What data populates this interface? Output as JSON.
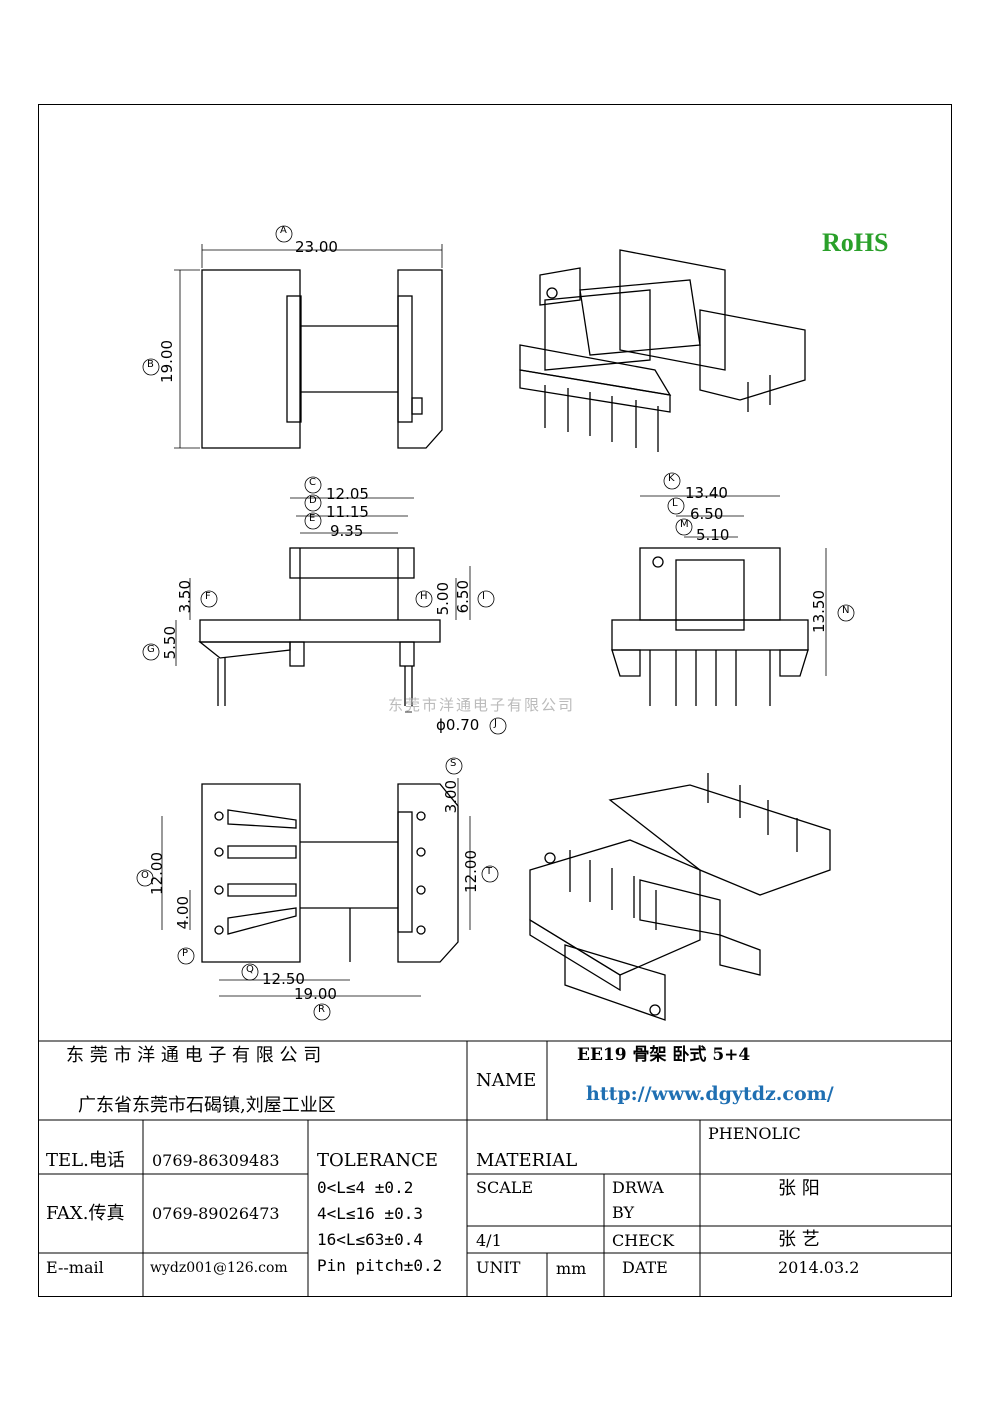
{
  "rohs": "RoHS",
  "watermark": "东莞市洋通电子有限公司",
  "dimensions": {
    "a": {
      "tag": "A",
      "value": "23.00"
    },
    "b": {
      "tag": "B",
      "value": "19.00"
    },
    "c": {
      "tag": "C",
      "value": "12.05"
    },
    "d": {
      "tag": "D",
      "value": "11.15"
    },
    "e": {
      "tag": "E",
      "value": "9.35"
    },
    "f": {
      "tag": "F",
      "value": "3.50"
    },
    "g": {
      "tag": "G",
      "value": "5.50"
    },
    "h": {
      "tag": "H",
      "value": "5.00"
    },
    "i": {
      "tag": "I",
      "value": "6.50"
    },
    "j": {
      "tag": "J",
      "value": "ϕ0.70"
    },
    "k": {
      "tag": "K",
      "value": "13.40"
    },
    "l": {
      "tag": "L",
      "value": "6.50"
    },
    "m": {
      "tag": "M",
      "value": "5.10"
    },
    "n": {
      "tag": "N",
      "value": "13.50"
    },
    "o": {
      "tag": "O",
      "value": "12.00"
    },
    "p": {
      "tag": "P",
      "value": "4.00"
    },
    "q": {
      "tag": "Q",
      "value": "12.50"
    },
    "r": {
      "tag": "R",
      "value": "19.00"
    },
    "s": {
      "tag": "S",
      "value": "3.00"
    },
    "t": {
      "tag": "T",
      "value": "12.00"
    }
  },
  "title_block": {
    "company": "东 莞 市 洋 通 电 子 有 限 公 司",
    "address": "广东省东莞市石碣镇,刘屋工业区",
    "name_label": "NAME",
    "name_value": "EE19 骨架 卧式 5+4",
    "url": "http://www.dgytdz.com/",
    "tel_label": "TEL.电话",
    "tel_value": "0769-86309483",
    "fax_label": "FAX.传真",
    "fax_value": "0769-89026473",
    "email_label": "E--mail",
    "email_value": "wydz001@126.com",
    "tolerance_label": "TOLERANCE",
    "tolerance_lines": [
      "0<L≤4  ±0.2",
      "4<L≤16 ±0.3",
      "16<L≤63±0.4",
      "Pin pitch±0.2"
    ],
    "material_label": "MATERIAL",
    "material_value": "PHENOLIC",
    "scale_label": "SCALE",
    "scale_value": "4/1",
    "drawn_label_1": "DRWA",
    "drawn_label_2": "BY",
    "drawn_value": "张 阳",
    "check_label": "CHECK",
    "check_value": "张 艺",
    "unit_label": "UNIT",
    "unit_value": "mm",
    "date_label": "DATE",
    "date_value": "2014.03.2"
  }
}
